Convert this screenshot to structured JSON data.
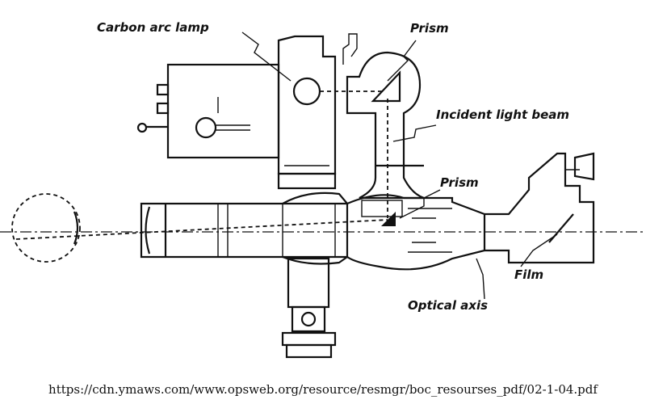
{
  "labels": {
    "carbon_arc_lamp": "Carbon arc lamp",
    "prism_top": "Prism",
    "incident_light_beam": "Incident light beam",
    "prism_lower": "Prism",
    "film": "Film",
    "optical_axis": "Optical axis"
  },
  "caption": "https://cdn.ymaws.com/www.opsweb.org/resource/resmgr/boc_resourses_pdf/02-1-04.pdf"
}
